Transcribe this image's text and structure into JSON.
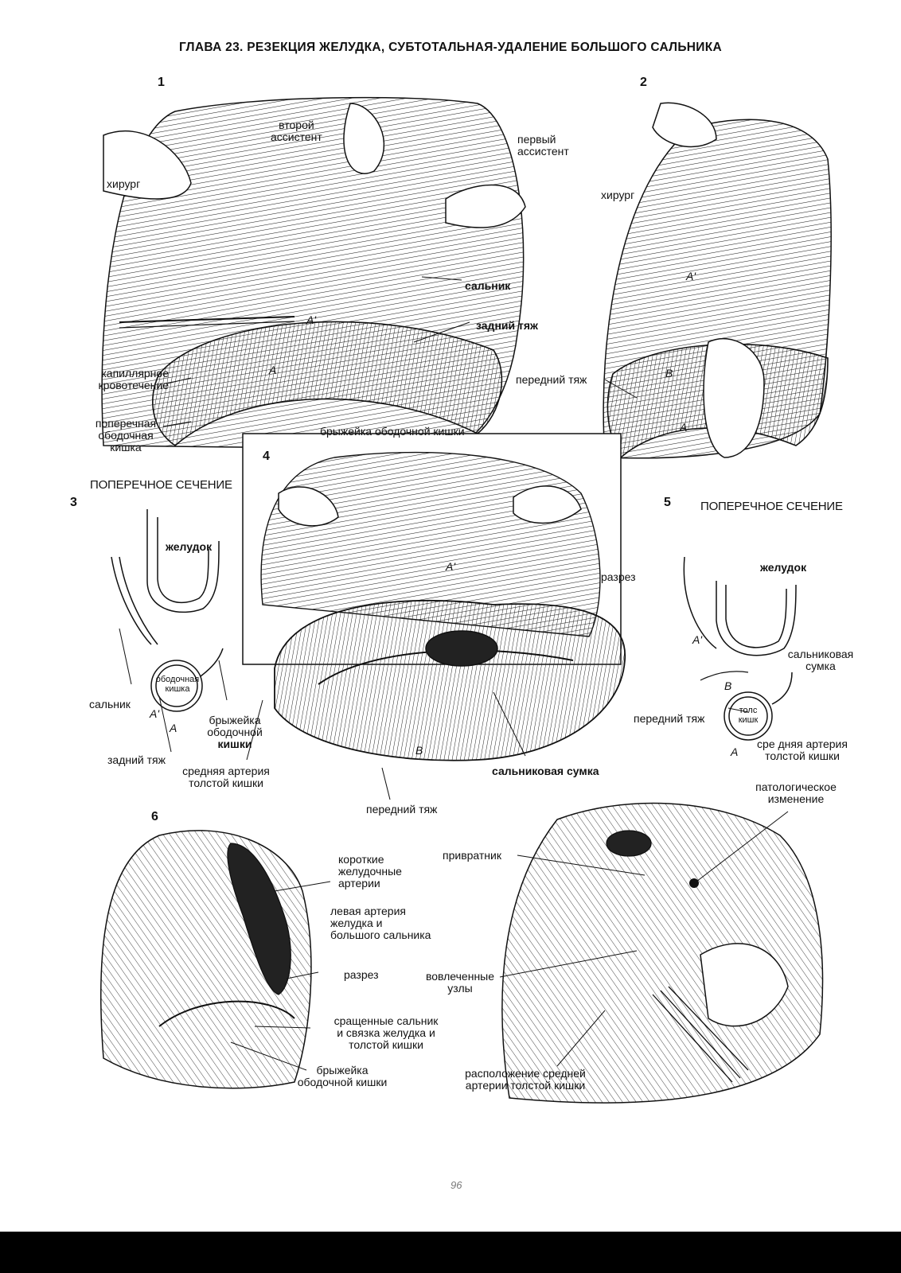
{
  "title": "ГЛАВА 23. РЕЗЕКЦИЯ ЖЕЛУДКА, СУБТОТАЛЬНАЯ-УДАЛЕНИЕ БОЛЬШОГО САЛЬНИКА",
  "figures": {
    "f1": {
      "number": "1",
      "labels": {
        "second_assistant": [
          "второй",
          "ассистент"
        ],
        "first_assistant": [
          "первый",
          "ассистент"
        ],
        "surgeon": "хирург",
        "omentum": "сальник",
        "posterior_cord": "задний тяж",
        "capillary_bleeding": [
          "капиллярное",
          "кровотечение"
        ],
        "transverse_colon": [
          "поперечная",
          "ободочная",
          "кишка"
        ],
        "mesocolon": "брыжейка ободочной кишки",
        "mark_a_prime": "A'",
        "mark_a": "A"
      }
    },
    "f2": {
      "number": "2",
      "labels": {
        "surgeon": "хирург",
        "anterior_cord": "передний тяж",
        "mark_a_prime": "A'",
        "mark_b": "B",
        "mark_a": "A"
      }
    },
    "f3": {
      "number": "3",
      "section": "ПОПЕРЕЧНОЕ СЕЧЕНИЕ",
      "labels": {
        "stomach": "желудок",
        "omentum": "сальник",
        "colon_inner": [
          "ободочная",
          "кишка"
        ],
        "mesocolon": [
          "брыжейка",
          "ободочной",
          "кишки"
        ],
        "posterior_cord": "задний тяж",
        "mark_a_prime": "A'",
        "mark_a": "A"
      }
    },
    "f4": {
      "number": "4",
      "labels": {
        "incision": "разрез",
        "middle_colic": [
          "средняя артерия",
          "толстой кишки"
        ],
        "bursa": "сальниковая сумка",
        "anterior_cord": "передний тяж",
        "mark_a_prime": "A'",
        "mark_b": "B"
      }
    },
    "f5": {
      "number": "5",
      "section": "ПОПЕРЕЧНОЕ СЕЧЕНИЕ",
      "labels": {
        "stomach": "желудок",
        "bursa": [
          "сальниковая",
          "сумка"
        ],
        "anterior_cord": "передний тяж",
        "colon_inner": [
          "толс",
          "кишк"
        ],
        "middle_colic": [
          "сре дняя артерия",
          "толстой кишки"
        ],
        "mark_a_prime": "A'",
        "mark_b": "B",
        "mark_a": "A"
      }
    },
    "f6": {
      "number": "6",
      "labels": {
        "short_gastric": [
          "короткие",
          "желудочные",
          "артерии"
        ],
        "left_gastroepiploic": [
          "левая артерия",
          "желудка и",
          "большого сальника"
        ],
        "incision": "разрез",
        "fused": [
          "сращенные сальник",
          "и связка желудка и",
          "толстой кишки"
        ],
        "mesocolon": [
          "брыжейка",
          "ободочной кишки"
        ]
      }
    },
    "f7": {
      "labels": {
        "pathology": [
          "патологическое",
          "изменение"
        ],
        "pylorus": "привратник",
        "nodes": [
          "вовлеченные",
          "узлы"
        ],
        "middle_colic_location": [
          "расположение средней",
          "артерии толстой кишки"
        ]
      }
    }
  },
  "page_number": "96"
}
